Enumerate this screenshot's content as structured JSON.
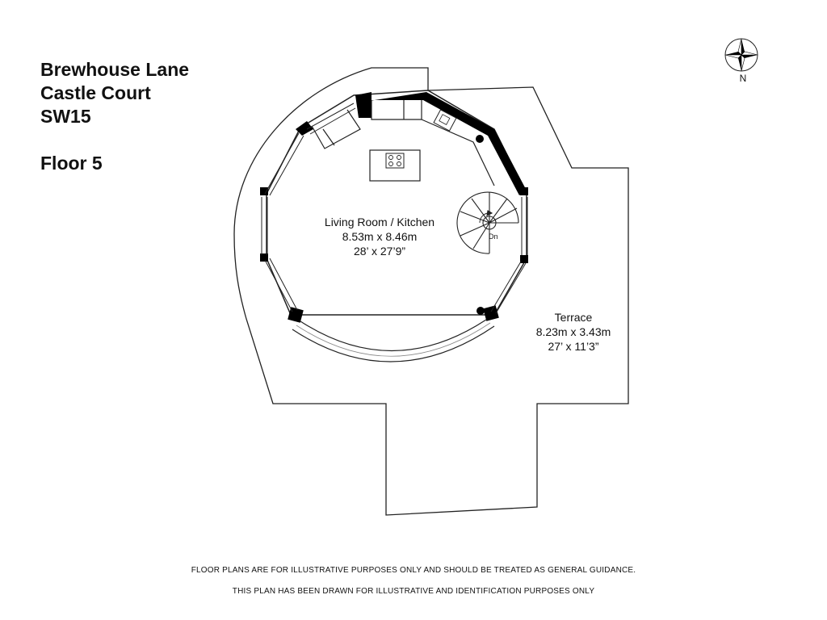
{
  "header": {
    "address_lines": [
      "Brewhouse Lane",
      "Castle Court",
      "SW15"
    ],
    "floor": "Floor 5"
  },
  "rooms": [
    {
      "name": "Living Room / Kitchen",
      "metric": "8.53m x 8.46m",
      "imperial": "28’ x 27’9”"
    },
    {
      "name": "Terrace",
      "metric": "8.23m x 3.43m",
      "imperial": "27’ x 11’3”"
    }
  ],
  "stairs": {
    "label": "Dn"
  },
  "compass": {
    "north_label": "N"
  },
  "disclaimers": [
    "FLOOR PLANS ARE FOR ILLUSTRATIVE PURPOSES ONLY AND SHOULD BE TREATED AS GENERAL GUIDANCE.",
    "THIS PLAN HAS BEEN DRAWN FOR ILLUSTRATIVE AND IDENTIFICATION PURPOSES ONLY"
  ],
  "colors": {
    "wall": "#000000",
    "line": "#222222",
    "background": "#ffffff"
  }
}
